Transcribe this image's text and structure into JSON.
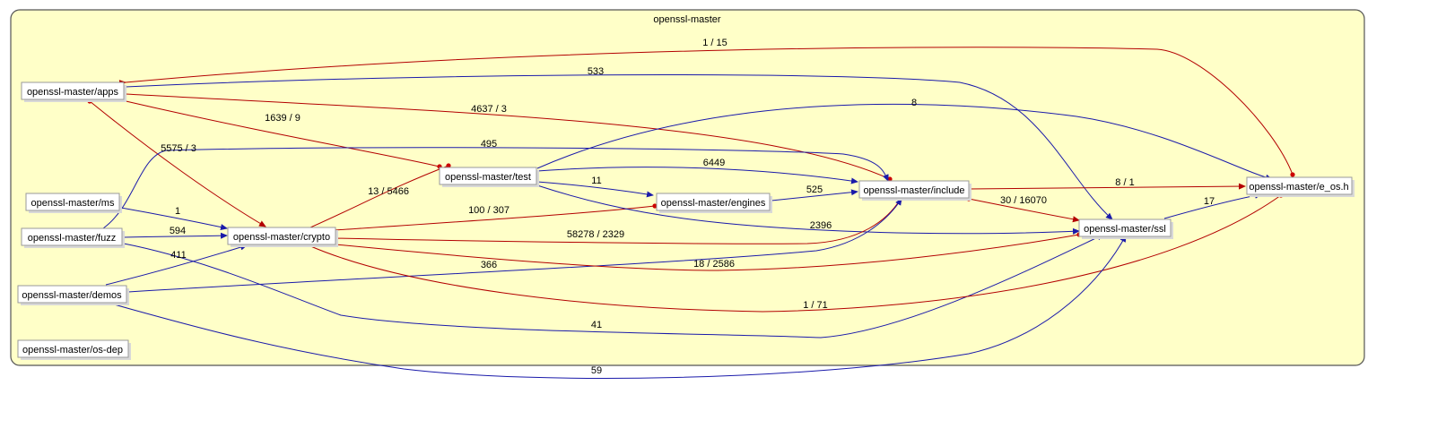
{
  "cluster": {
    "title": "openssl-master"
  },
  "nodes": {
    "apps": "openssl-master/apps",
    "ms": "openssl-master/ms",
    "fuzz": "openssl-master/fuzz",
    "demos": "openssl-master/demos",
    "osdep": "openssl-master/os-dep",
    "crypto": "openssl-master/crypto",
    "test": "openssl-master/test",
    "engines": "openssl-master/engines",
    "include": "openssl-master/include",
    "ssl": "openssl-master/ssl",
    "eos": "openssl-master/e_os.h"
  },
  "edge_labels": {
    "apps_eos": "1 / 15",
    "apps_ssl": "533",
    "apps_include": "4637 / 3",
    "test_eos": "8",
    "apps_test": "1639 / 9",
    "apps_crypto": "5575 / 3",
    "fuzz_include": "495",
    "test_include": "6449",
    "test_engines": "11",
    "engines_include": "525",
    "include_eos": "8 / 1",
    "ssl_eos": "17",
    "include_ssl": "30 / 16070",
    "crypto_test": "13 / 5466",
    "engines_crypto": "100 / 307",
    "test_ssl": "2396",
    "ms_crypto": "1",
    "fuzz_crypto": "594",
    "include_crypto": "58278 / 2329",
    "fuzz_ssl": "411",
    "demos_include": "366",
    "crypto_ssl": "18 / 2586",
    "crypto_eos": "1 / 71",
    "demos_crypto": "41",
    "demos_ssl": "59"
  }
}
